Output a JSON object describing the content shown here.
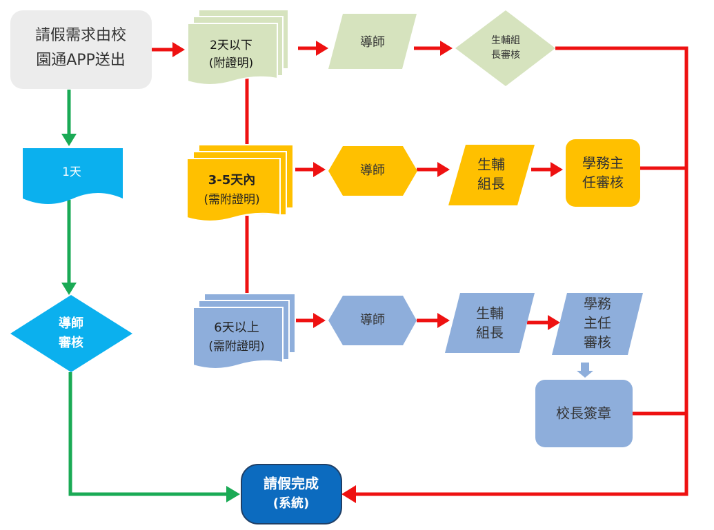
{
  "start": {
    "line1": "請假需求由校",
    "line2": "園通APP送出"
  },
  "one_day": {
    "label": "1天",
    "review_line1": "導師",
    "review_line2": "審核"
  },
  "row_under2": {
    "doc_line1": "2天以下",
    "doc_line2": "(附證明)",
    "tutor": "導師",
    "review_line1": "生輔組",
    "review_line2": "長審核"
  },
  "row_3to5": {
    "doc_line1": "3-5天內",
    "doc_line2": "(需附證明)",
    "tutor": "導師",
    "life_line1": "生輔",
    "life_line2": "組長",
    "dean_line1": "學務主",
    "dean_line2": "任審核"
  },
  "row_6plus": {
    "doc_line1": "6天以上",
    "doc_line2": "(需附證明)",
    "tutor": "導師",
    "life_line1": "生輔",
    "life_line2": "組長",
    "dean_line1": "學務",
    "dean_line2": "主任",
    "dean_line3": "審核",
    "principal": "校長簽章"
  },
  "end": {
    "line1": "請假完成",
    "line2": "(系統)"
  },
  "colors": {
    "red": "#ee1111",
    "green": "#1aaa55",
    "cyan": "#0bb0ee",
    "light_green": "#d6e3be",
    "orange": "#ffc000",
    "blue": "#8eaedb",
    "navy": "#0c6bbf",
    "gray": "#ececec"
  }
}
